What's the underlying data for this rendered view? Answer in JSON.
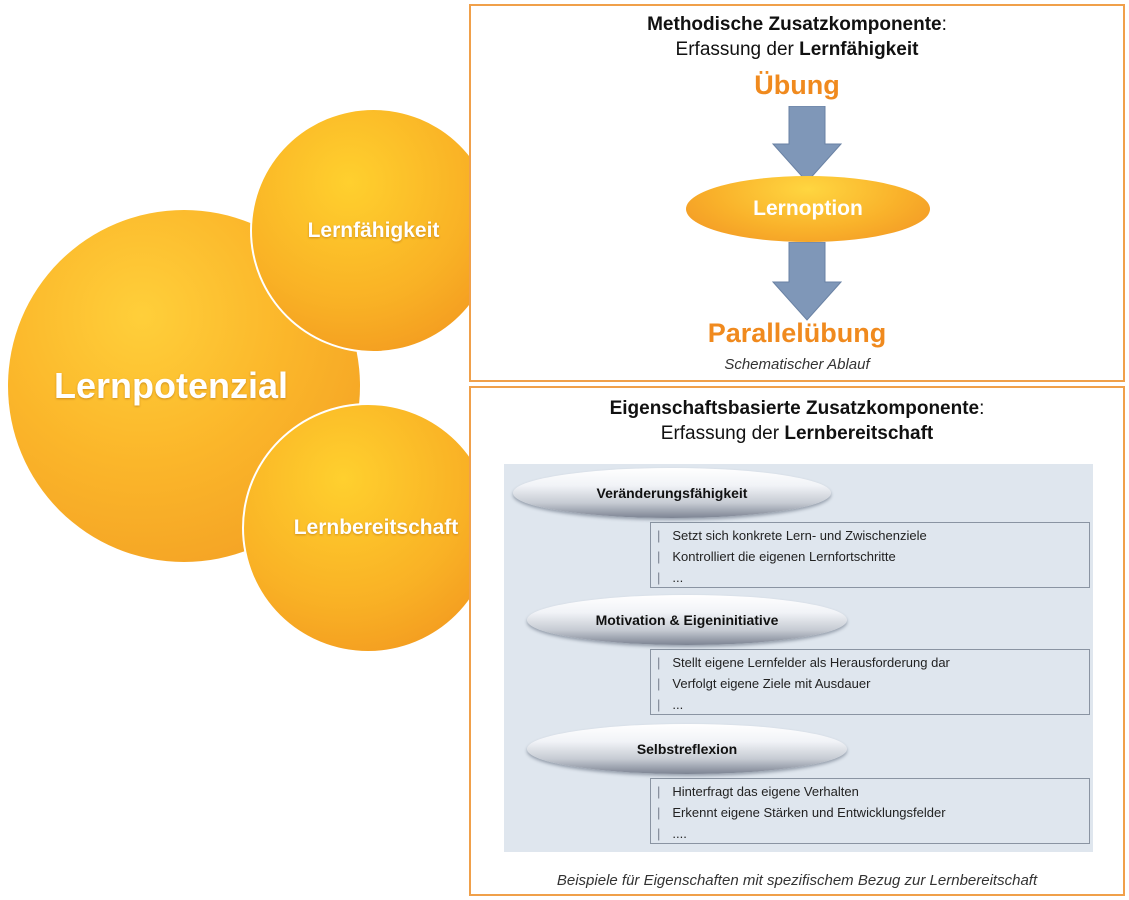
{
  "circles": {
    "main": "Lernpotenzial",
    "top": "Lernfähigkeit",
    "bottom": "Lernbereitschaft"
  },
  "panel_top": {
    "title_line1": "Methodische Zusatzkomponente",
    "title_line1_suffix": ":",
    "title_line2_prefix": "Erfassung der ",
    "title_line2_bold": "Lernfähigkeit",
    "step1": "Übung",
    "step2": "Lernoption",
    "step3": "Parallelübung",
    "caption": "Schematischer Ablauf"
  },
  "panel_bottom": {
    "title_line1": "Eigenschaftsbasierte Zusatzkomponente",
    "title_line1_suffix": ":",
    "title_line2_prefix": "Erfassung der ",
    "title_line2_bold": "Lernbereitschaft",
    "groups": [
      {
        "label": "Veränderungsfähigkeit",
        "items": [
          "Setzt sich konkrete Lern- und Zwischenziele",
          "Kontrolliert die eigenen Lernfortschritte",
          "..."
        ]
      },
      {
        "label": "Motivation & Eigeninitiative",
        "items": [
          "Stellt eigene Lernfelder als Herausforderung dar",
          "Verfolgt eigene Ziele mit Ausdauer",
          "..."
        ]
      },
      {
        "label": "Selbstreflexion",
        "items": [
          "Hinterfragt das eigene Verhalten",
          "Erkennt eigene Stärken und Entwicklungsfelder",
          "...."
        ]
      }
    ],
    "caption": "Beispiele für Eigenschaften mit spezifischem Bezug zur Lernbereitschaft"
  },
  "colors": {
    "accent": "#f08a1e",
    "arrow": "#7f97b8",
    "border": "#f0a04a"
  }
}
